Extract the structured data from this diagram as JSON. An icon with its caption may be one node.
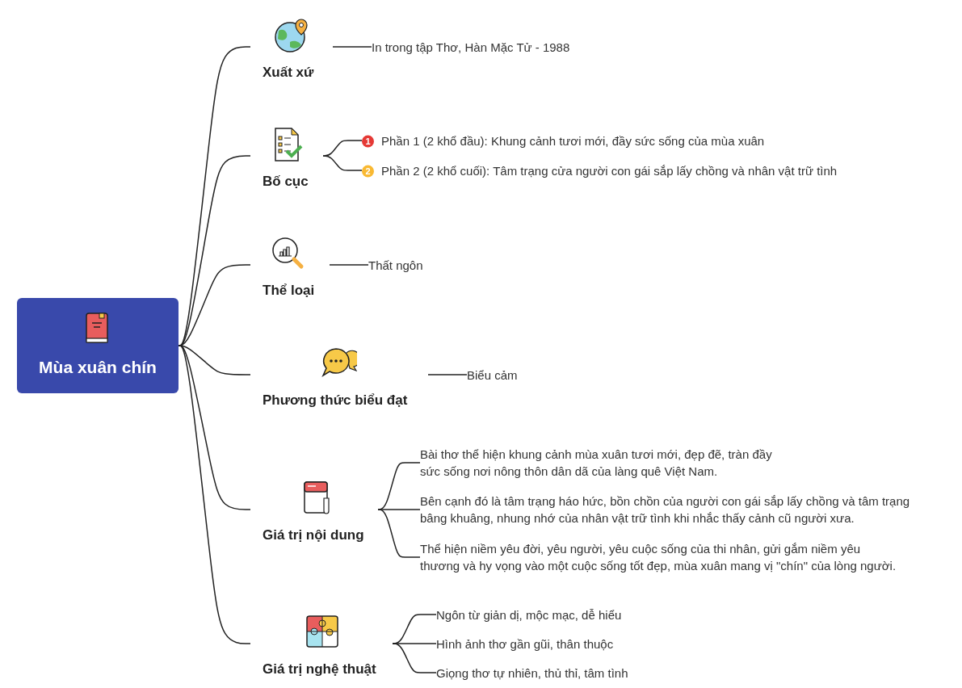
{
  "diagram": {
    "nodes": [
      {
        "text": [
          "Mùa xuân chín"
        ]
      },
      {
        "text": [
          "Xuất xứ"
        ]
      },
      {
        "text": [
          "Bố cục"
        ]
      },
      {
        "text": [
          "Thể loại"
        ]
      },
      {
        "text": [
          "Phương thức biểu đạt"
        ]
      },
      {
        "text": [
          "Giá trị nội dung"
        ]
      },
      {
        "text": [
          "Giá trị nghệ thuật"
        ]
      },
      {
        "text": [
          "In trong tập Thơ, Hàn Mặc Tử - 1988"
        ]
      },
      {
        "text": [
          "1",
          "Phần 1 (2 khổ đầu): Khung cảnh tươi mới, đầy sức sống của mùa xuân"
        ]
      },
      {
        "text": [
          "2",
          "Phần 2 (2 khổ cuối): Tâm trạng cửa người con gái sắp lấy chồng và nhân vật trữ tình"
        ]
      },
      {
        "text": [
          "Thất ngôn"
        ]
      },
      {
        "text": [
          "Biểu cảm"
        ]
      },
      {
        "text": [
          "Bài thơ thể hiện khung cảnh mùa xuân tươi mới, đẹp đẽ, tràn đầy sức sống nơi nông thôn dân dã của làng quê Việt Nam."
        ]
      },
      {
        "text": [
          "Bên cạnh đó là tâm trạng háo hức, bồn chồn của người con gái sắp lấy chồng và tâm trạng bâng khuâng, nhung nhớ của nhân vật trữ tình khi nhắc thấy cảnh cũ người xưa."
        ]
      },
      {
        "text": [
          "Thể hiện niềm yêu đời, yêu người, yêu cuộc sống của thi nhân, gửi gắm niềm yêu thương và hy vọng vào một cuộc sống tốt đẹp, mùa xuân mang vị \"chín\" của lòng người."
        ]
      },
      {
        "text": [
          "Ngôn từ giản dị, mộc mạc, dễ hiểu"
        ]
      },
      {
        "text": [
          "Hình ảnh thơ gần gũi, thân thuộc"
        ]
      },
      {
        "text": [
          "Giọng thơ tự nhiên, thủ thỉ, tâm tình"
        ]
      }
    ],
    "edges": [
      {
        "from": 0,
        "to": 1,
        "arrow": "none"
      },
      {
        "from": 0,
        "to": 2,
        "arrow": "none"
      },
      {
        "from": 0,
        "to": 3,
        "arrow": "none"
      },
      {
        "from": 0,
        "to": 4,
        "arrow": "none"
      },
      {
        "from": 0,
        "to": 5,
        "arrow": "none"
      },
      {
        "from": 0,
        "to": 6,
        "arrow": "none"
      },
      {
        "from": 1,
        "to": 7,
        "arrow": "none"
      },
      {
        "from": 2,
        "to": 8,
        "arrow": "none"
      },
      {
        "from": 2,
        "to": 9,
        "arrow": "none"
      },
      {
        "from": 3,
        "to": 10,
        "arrow": "none"
      },
      {
        "from": 4,
        "to": 11,
        "arrow": "none"
      },
      {
        "from": 5,
        "to": 12,
        "arrow": "none"
      },
      {
        "from": 5,
        "to": 13,
        "arrow": "none"
      },
      {
        "from": 5,
        "to": 14,
        "arrow": "none"
      },
      {
        "from": 6,
        "to": 15,
        "arrow": "none"
      },
      {
        "from": 6,
        "to": 16,
        "arrow": "none"
      },
      {
        "from": 6,
        "to": 17,
        "arrow": "none"
      }
    ]
  }
}
